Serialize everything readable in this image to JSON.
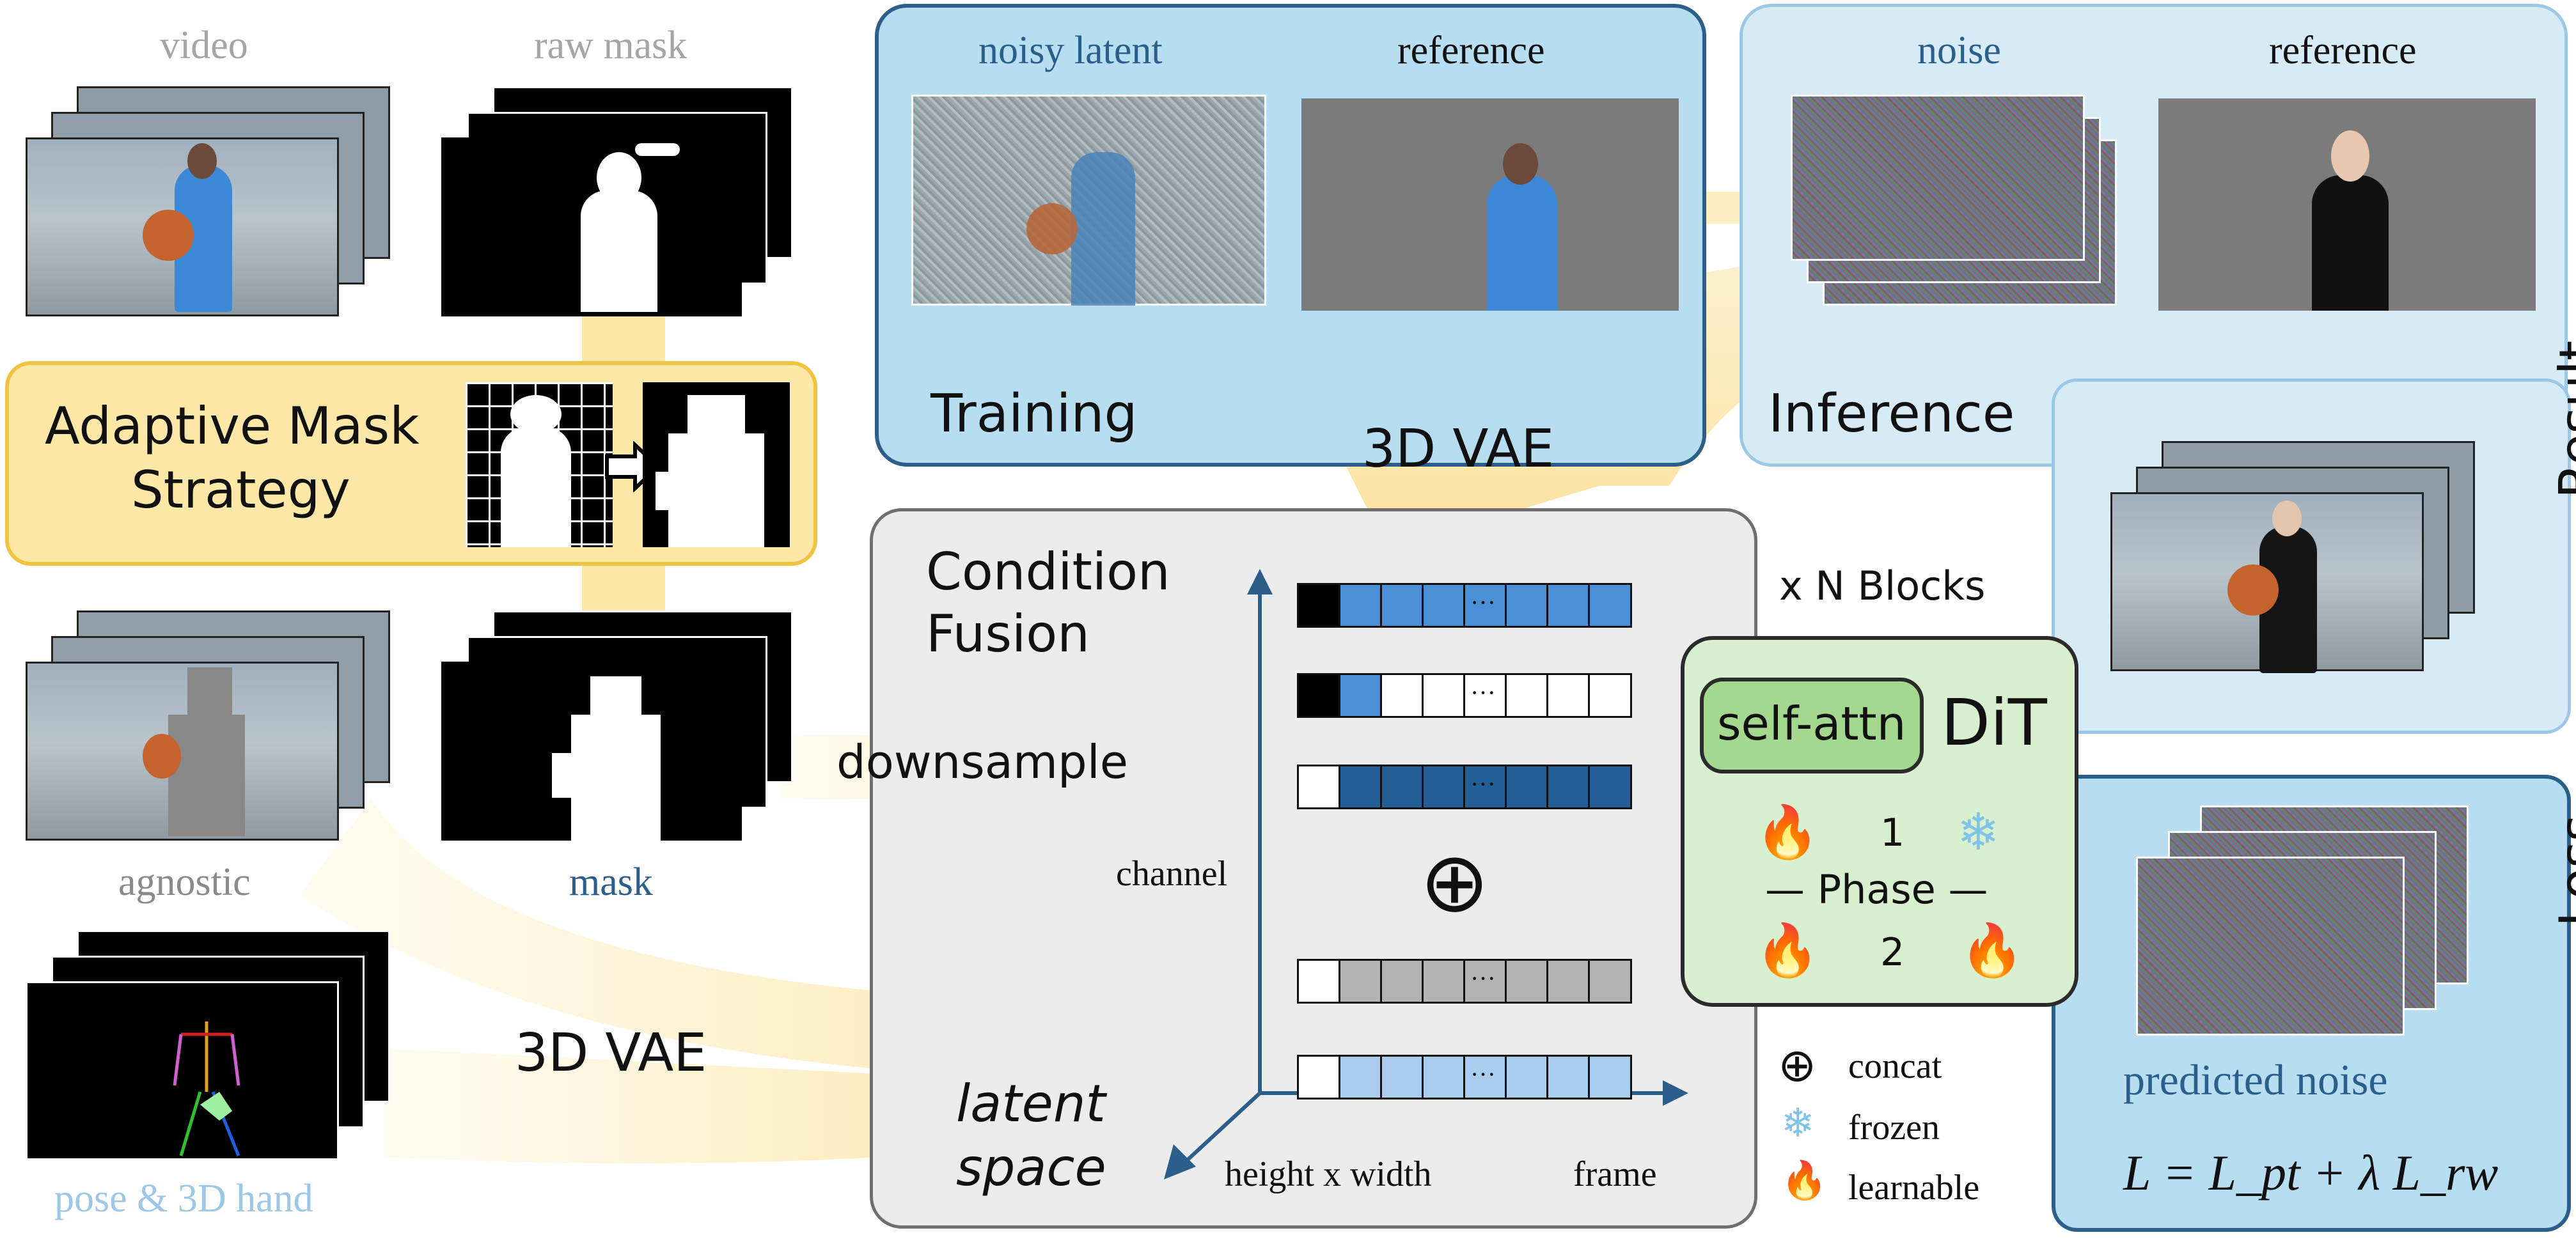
{
  "left_column": {
    "video_label": "video",
    "raw_mask_label": "raw mask",
    "agnostic_label": "agnostic",
    "mask_label": "mask",
    "pose_label": "pose & 3D hand",
    "adaptive_mask_title_line1": "Adaptive Mask",
    "adaptive_mask_title_line2": "Strategy"
  },
  "training": {
    "noisy_latent_label": "noisy latent",
    "reference_label": "reference",
    "title": "Training"
  },
  "inference": {
    "noise_label": "noise",
    "reference_label": "reference",
    "title": "Inference"
  },
  "result": {
    "title": "Result"
  },
  "loss": {
    "title": "Loss",
    "predicted_noise_label": "predicted noise",
    "formula": "L = L_pt + λ L_rw"
  },
  "fusion": {
    "title_line1": "Condition",
    "title_line2": "Fusion",
    "vae_top": "3D VAE",
    "vae_bottom": "3D VAE",
    "downsample": "downsample",
    "latent_line1": "latent",
    "latent_line2": "space",
    "axis_channel": "channel",
    "axis_hw": "height x width",
    "axis_frame": "frame",
    "ellipsis": "···",
    "oplus": "⊕"
  },
  "dit": {
    "blocks_label": "x N Blocks",
    "self_attn": "self-attn",
    "title": "DiT",
    "phase1": "1",
    "phase_label": "— Phase —",
    "phase2": "2"
  },
  "legend": {
    "concat": "concat",
    "frozen": "frozen",
    "learnable": "learnable"
  },
  "colors": {
    "training_bg": "#b7ddf0",
    "inference_bg": "#d7ebf6",
    "dark_blue": "#2b5e8a",
    "light_blue_text": "#9cc7e6",
    "yellow_fill": "#fde8a8",
    "yellow_border": "#f2c341",
    "dit_bg": "#d8f0cf",
    "dit_border": "#2b2b2b",
    "fusion_bg": "#ececec"
  }
}
